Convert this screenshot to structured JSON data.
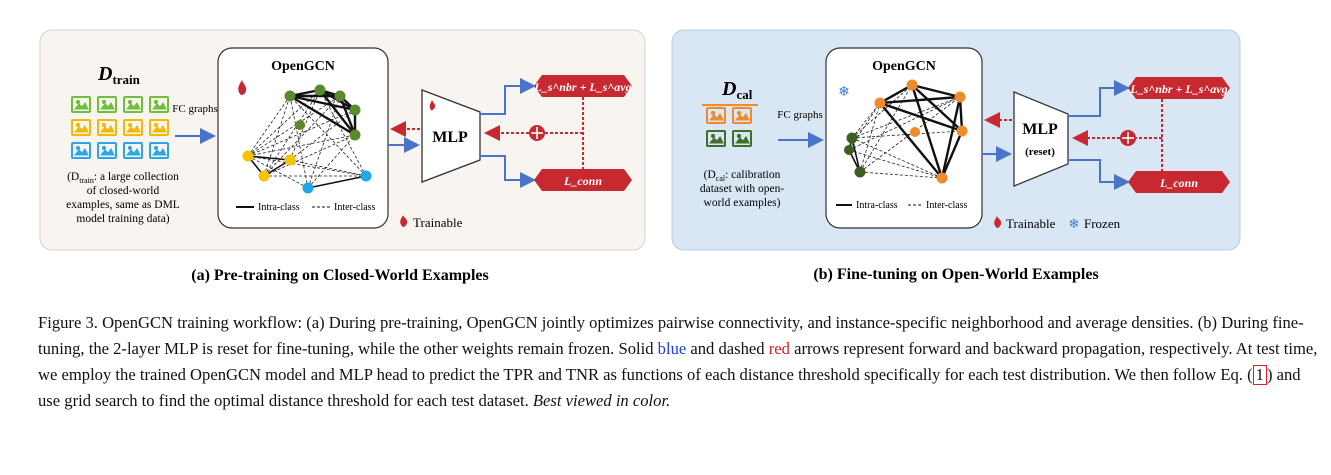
{
  "panel_a": {
    "d_symbol": "D",
    "d_sub": "train",
    "fc_label": "FC graphs",
    "description_line1": "(D",
    "description_sub": "train",
    "description_line1_rest": ": a large collection",
    "description_line2": "of closed-world",
    "description_line3": "examples, same as DML",
    "description_line4": "model training data)",
    "gcn_title": "OpenGCN",
    "legend_intra": "Intra-class",
    "legend_inter": "Inter-class",
    "mlp_label": "MLP",
    "trainable_label": "Trainable",
    "loss_top": "L_s^nbr + L_s^avg",
    "loss_bottom": "L_conn",
    "caption": "(a) Pre-training on Closed-World Examples"
  },
  "panel_b": {
    "d_symbol": "D",
    "d_sub": "cal",
    "fc_label": "FC graphs",
    "description_line1": "(D",
    "description_sub": "cal",
    "description_line1_rest": ": calibration",
    "description_line2": "dataset with open-",
    "description_line3": "world examples)",
    "gcn_title": "OpenGCN",
    "legend_intra": "Intra-class",
    "legend_inter": "Inter-class",
    "mlp_label": "MLP",
    "mlp_sub": "(reset)",
    "trainable_label": "Trainable",
    "frozen_label": "Frozen",
    "loss_top": "L_s^nbr + L_s^avg",
    "loss_bottom": "L_conn",
    "caption": "(b) Fine-tuning on Open-World Examples"
  },
  "figure_caption": {
    "part1": "Figure 3. OpenGCN training workflow: (a) During pre-training, OpenGCN jointly optimizes pairwise connectivity, and instance-specific neighborhood and average densities. (b) During fine-tuning, the 2-layer MLP is reset for fine-tuning, while the other weights remain frozen. Solid ",
    "blue_word": "blue",
    "part2": " and dashed ",
    "red_word": "red",
    "part3": " arrows represent forward and backward propagation, respectively. At test time, we employ the trained OpenGCN model and MLP head to predict the TPR and TNR as functions of each distance threshold specifically for each test distribution. We then follow Eq. (",
    "eq_ref": "1",
    "part4": ") and use grid search to find the optimal distance threshold for each test dataset. ",
    "italic_tail": "Best viewed in color."
  },
  "colors": {
    "panel_a_bg": "#f8f4f0",
    "panel_b_bg": "#d9e7f5",
    "loss_red": "#c8282f",
    "arrow_blue": "#4a74c9",
    "green_node": "#5a8a2c",
    "yellow_node": "#f5c400",
    "blue_node": "#1fa8e6",
    "orange_node": "#f08a2a",
    "dark_green_node": "#3e5f22"
  }
}
